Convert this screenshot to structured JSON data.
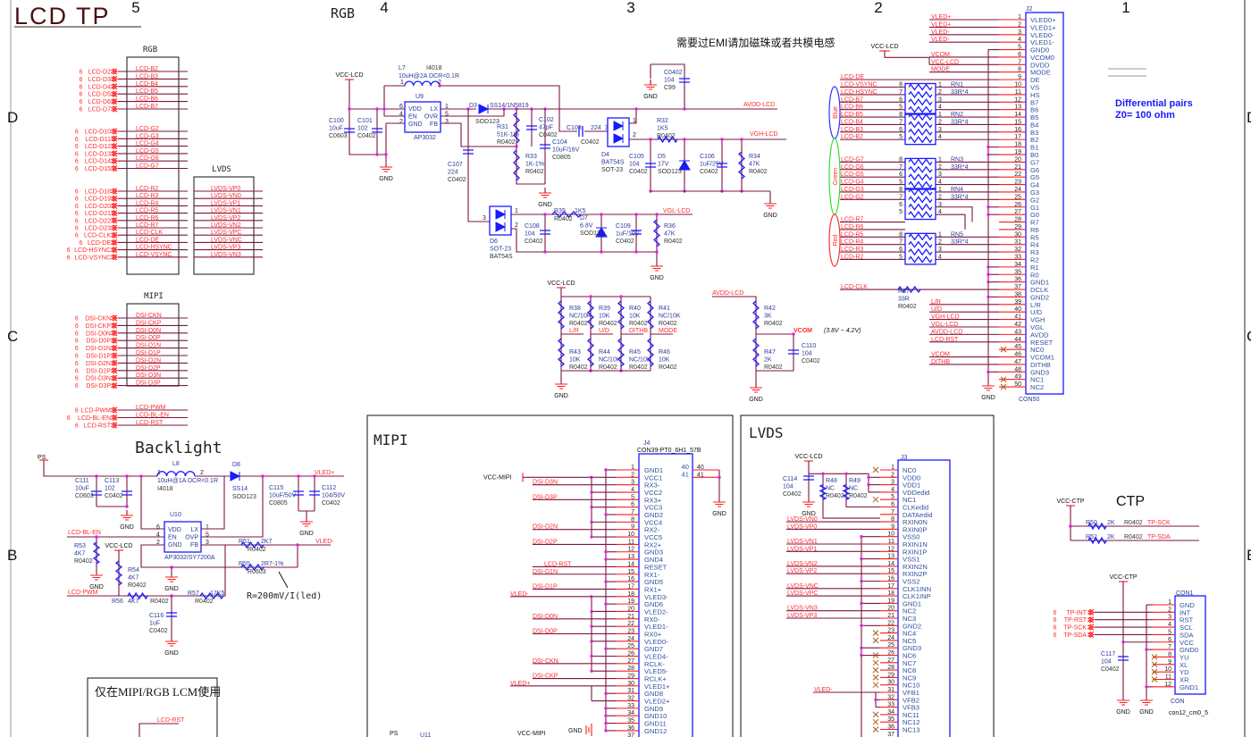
{
  "title": "LCD TP",
  "grid": {
    "columns": [
      "5",
      "4",
      "3",
      "2",
      "1"
    ],
    "rows": [
      "D",
      "C",
      "B"
    ]
  },
  "top_rgb_label": "RGB",
  "emi_note": "需要过EMI请加磁珠或者共模电感",
  "differential": {
    "line1": "Differential pairs",
    "line2": "Z0= 100 ohm"
  },
  "colors": {
    "wire": "#7d1541",
    "net_label": "#ff2a2a",
    "component": "#2b3b9c",
    "junction": "#e020e0",
    "part_outline": "#1a1aff",
    "blue_group": "#3030ff",
    "green_group": "#30e030",
    "red_group": "#ff3030"
  },
  "symbols": {
    "gnd": "GND",
    "sheet_ref": "6"
  },
  "rgb_block": {
    "title": "RGB",
    "rows": [
      {
        "net": "LCD-D2",
        "pin": "LCD-B2",
        "group": "blue"
      },
      {
        "net": "LCD-D3",
        "pin": "LCD-B3",
        "group": "blue"
      },
      {
        "net": "LCD-D4",
        "pin": "LCD-B4",
        "group": "blue"
      },
      {
        "net": "LCD-D5",
        "pin": "LCD-B5",
        "group": "blue"
      },
      {
        "net": "LCD-D6",
        "pin": "LCD-B6",
        "group": "blue"
      },
      {
        "net": "LCD-D7",
        "pin": "LCD-B7",
        "group": "blue"
      },
      {
        "net": "LCD-D10",
        "pin": "LCD-G2",
        "group": "green"
      },
      {
        "net": "LCD-D11",
        "pin": "LCD-G3",
        "group": "green"
      },
      {
        "net": "LCD-D12",
        "pin": "LCD-G4",
        "group": "green"
      },
      {
        "net": "LCD-D13",
        "pin": "LCD-G5",
        "group": "green"
      },
      {
        "net": "LCD-D14",
        "pin": "LCD-G6",
        "group": "green"
      },
      {
        "net": "LCD-D15",
        "pin": "LCD-G7",
        "group": "green"
      },
      {
        "net": "LCD-D18",
        "pin": "LCD-R2",
        "group": "red"
      },
      {
        "net": "LCD-D19",
        "pin": "LCD-R3",
        "group": "red"
      },
      {
        "net": "LCD-D20",
        "pin": "LCD-R4",
        "group": "red"
      },
      {
        "net": "LCD-D21",
        "pin": "LCD-R5",
        "group": "red"
      },
      {
        "net": "LCD-D22",
        "pin": "LCD-R6",
        "group": "red"
      },
      {
        "net": "LCD-D23",
        "pin": "LCD-R7",
        "group": "red"
      },
      {
        "net": "LCD-CLK",
        "pin": "LCD-CLK",
        "group": "red"
      },
      {
        "net": "LCD-DE",
        "pin": "LCD-DE",
        "group": "red"
      },
      {
        "net": "LCD-HSYNC",
        "pin": "LCD-HSYNC",
        "group": "red"
      },
      {
        "net": "LCD-VSYNC",
        "pin": "LCD-VSYNC",
        "group": "red"
      }
    ]
  },
  "lvds_block": {
    "title": "LVDS",
    "pins": [
      "LVDS-VP0",
      "LVDS-VN0",
      "LVDS-VP1",
      "LVDS-VN1",
      "LVDS-VP2",
      "LVDS-VN2",
      "LVDS-VPC",
      "LVDS-VNC",
      "LVDS-VP3",
      "LVDS-VN3"
    ]
  },
  "mipi_block": {
    "title": "MIPI",
    "rows": [
      "DSI-CKN",
      "DSI-CKP",
      "DSI-D0N",
      "DSI-D0P",
      "DSI-D1N",
      "DSI-D1P",
      "DSI-D2N",
      "DSI-D2P",
      "DSI-D3N",
      "DSI-D3P"
    ],
    "ctrl_rows": [
      "LCD-PWM",
      "LCD-BL-EN",
      "LCD-RST"
    ]
  },
  "power": {
    "labels": {
      "vcc_lcd": "VCC-LCD",
      "l7": "L7",
      "l7_part": "I4018",
      "l7_val": "10uH@2A DCR<0.1R",
      "u9": "U9",
      "u9_part": "AP3032",
      "d3": "D3",
      "d3_part": "SS14/1N5819",
      "d3_pkg": "SOD123",
      "c103": "C103",
      "c103_val": "224",
      "c103_pin": "3",
      "c103_pkg": "C0402",
      "r35": "R35",
      "r35_val": "1K5",
      "r35_pkg": "R0402",
      "l7_p1": "1",
      "l7_p2": "2",
      "d4_p1": "1",
      "d4_p2": "2",
      "d6_p1": "1",
      "d6_p2": "2",
      "d6_p3": "3"
    },
    "nets": {
      "avdd": "AVDD-LCD",
      "vgh": "VGH-LCD",
      "vgl": "VGL-LCD"
    },
    "u9_pins": {
      "left": [
        "VDD",
        "EN",
        "GND"
      ],
      "right": [
        "LX",
        "OVR",
        "FB"
      ],
      "left_num": [
        "6",
        "4",
        "2"
      ],
      "right_num": [
        "1",
        "5",
        "3"
      ]
    },
    "components": {
      "c100": [
        "C100",
        "10uF",
        "C0603"
      ],
      "c101": [
        "C101",
        "102",
        "C0402"
      ],
      "r31": [
        "R31",
        "51K-1%",
        "R0402"
      ],
      "r33": [
        "R33",
        "1K-1%",
        "R0402"
      ],
      "c102": [
        "C102",
        "47pF",
        "C0402"
      ],
      "c104": [
        "C104",
        "10uF/16V",
        "C0805"
      ],
      "c107": [
        "C107",
        "224",
        "C0402"
      ],
      "d4": [
        "D4",
        "BAT54S",
        "SOT-23"
      ],
      "c99": [
        "C0402",
        "104",
        "C99"
      ],
      "r32": [
        "R32",
        "1K5",
        "R0402"
      ],
      "c105": [
        "C105",
        "104",
        "C0402"
      ],
      "d5": [
        "D5",
        "17V",
        "SOD123"
      ],
      "c106": [
        "C106",
        "1uF/25V",
        "C0402"
      ],
      "r34": [
        "R34",
        "47K",
        "R0402"
      ],
      "d6": [
        "D6",
        "SOT-23",
        "BAT54S"
      ],
      "d7": [
        "D7",
        "6.8V",
        "SOD123"
      ],
      "c108": [
        "C108",
        "104",
        "C0402"
      ],
      "c109": [
        "C109",
        "1uF/10V",
        "C0402"
      ],
      "r36": [
        "R36",
        "47K",
        "R0402"
      ]
    }
  },
  "straps": {
    "vcc": "VCC-LCD",
    "components": {
      "r38": [
        "R38",
        "NC/10K",
        "R0402"
      ],
      "r39": [
        "R39",
        "10K",
        "R0402"
      ],
      "r40": [
        "R40",
        "10K",
        "R0402"
      ],
      "r41": [
        "R41",
        "NC/10K",
        "R0402"
      ],
      "r43": [
        "R43",
        "10K",
        "R0402"
      ],
      "r44": [
        "R44",
        "NC/10K",
        "R0402"
      ],
      "r45": [
        "R45",
        "NC/10K",
        "R0402"
      ],
      "r46": [
        "R46",
        "10K",
        "R0402"
      ],
      "r42": [
        "R42",
        "3K",
        "R0402"
      ],
      "r47": [
        "R47",
        "2K",
        "R0402"
      ],
      "c110": [
        "C110",
        "104",
        "C0402"
      ]
    },
    "nets": {
      "lr": "L/R",
      "ud": "U/D",
      "dithb": "DITHB",
      "mode": "MODE",
      "avdd": "AVDD-LCD",
      "vcom": "VCOM"
    },
    "vcom_range": "(3.8V ~ 4.2V)"
  },
  "j2": {
    "ref": "J2",
    "part": "CON50",
    "pins": [
      "VLED0+",
      "VLED1+",
      "VLED0-",
      "VLED1-",
      "GND0",
      "VCOM0",
      "DVDD",
      "MODE",
      "DE",
      "VS",
      "HS",
      "B7",
      "B6",
      "B5",
      "B4",
      "B3",
      "B2",
      "B1",
      "B0",
      "G7",
      "G6",
      "G5",
      "G4",
      "G3",
      "G2",
      "G1",
      "G0",
      "R7",
      "R6",
      "R5",
      "R4",
      "R3",
      "R2",
      "R1",
      "R0",
      "GND1",
      "DCLK",
      "GND2",
      "L/R",
      "U/D",
      "VGH",
      "VGL",
      "AVDD",
      "RESET",
      "NC0",
      "VCOM1",
      "DITHB",
      "GND3",
      "NC1",
      "NC2"
    ],
    "vcc_lcd": "VCC-LCD",
    "right_nets": [
      {
        "pin": 1,
        "net": "VLED+"
      },
      {
        "pin": 2,
        "net": "VLED+"
      },
      {
        "pin": 3,
        "net": "VLED-"
      },
      {
        "pin": 4,
        "net": "VLED-"
      },
      {
        "pin": 6,
        "net": "VCOM"
      },
      {
        "pin": 7,
        "net": "VCC-LCD"
      },
      {
        "pin": 8,
        "net": "MODE"
      },
      {
        "pin": 39,
        "net": "L/R"
      },
      {
        "pin": 40,
        "net": "U/D"
      },
      {
        "pin": 41,
        "net": "VGH-LCD"
      },
      {
        "pin": 42,
        "net": "VGL-LCD"
      },
      {
        "pin": 43,
        "net": "AVDD-LCD"
      },
      {
        "pin": 44,
        "net": "LCD-RST"
      },
      {
        "pin": 46,
        "net": "VCOM"
      },
      {
        "pin": 47,
        "net": "DITHB"
      }
    ],
    "left_nets": [
      {
        "pin": 9,
        "net": "LCD-DE"
      },
      {
        "pin": 10,
        "net": "LCD-VSYNC"
      },
      {
        "pin": 11,
        "net": "LCD-HSYNC"
      },
      {
        "pin": 12,
        "net": "LCD-B7"
      },
      {
        "pin": 13,
        "net": "LCD-B6"
      },
      {
        "pin": 14,
        "net": "LCD-B5"
      },
      {
        "pin": 15,
        "net": "LCD-B4"
      },
      {
        "pin": 16,
        "net": "LCD-B3"
      },
      {
        "pin": 17,
        "net": "LCD-B2"
      },
      {
        "pin": 20,
        "net": "LCD-G7"
      },
      {
        "pin": 21,
        "net": "LCD-G6"
      },
      {
        "pin": 22,
        "net": "LCD-G5"
      },
      {
        "pin": 23,
        "net": "LCD-G4"
      },
      {
        "pin": 24,
        "net": "LCD-G3"
      },
      {
        "pin": 25,
        "net": "LCD-G2"
      },
      {
        "pin": 28,
        "net": "LCD-R7"
      },
      {
        "pin": 29,
        "net": "LCD-R6"
      },
      {
        "pin": 30,
        "net": "LCD-R5"
      },
      {
        "pin": 31,
        "net": "LCD-R4"
      },
      {
        "pin": 32,
        "net": "LCD-R3"
      },
      {
        "pin": 33,
        "net": "LCD-R2"
      },
      {
        "pin": 37,
        "net": "LCD-CLK"
      }
    ],
    "resistor_networks": [
      {
        "ref": "RN1",
        "value": "33R*4",
        "first_pin": 10
      },
      {
        "ref": "RN2",
        "value": "33R*4",
        "first_pin": 14
      },
      {
        "ref": "RN3",
        "value": "33R*4",
        "first_pin": 20
      },
      {
        "ref": "RN4",
        "value": "33R*4",
        "first_pin": 24
      },
      {
        "ref": "RN5",
        "value": "33R*4",
        "first_pin": 30
      }
    ],
    "rn_left_nums": [
      "8",
      "7",
      "6",
      "5"
    ],
    "rn_right_nums": [
      "1",
      "2",
      "3",
      "4"
    ],
    "groups": [
      "Blue",
      "Green",
      "Red"
    ],
    "r37": [
      "R37",
      "33R",
      "R0402"
    ],
    "gnd_pins": [
      5,
      18,
      19,
      26,
      27,
      34,
      35,
      36,
      38,
      48
    ],
    "nc_pins": [
      45,
      49,
      50
    ]
  },
  "mipi_panel": {
    "title": "MIPI",
    "j4": {
      "ref": "J4",
      "part": "CON39-PT0_6H1_57B",
      "pins": [
        "GND1",
        "VCC1",
        "RX3-",
        "VCC2",
        "RX3+",
        "VCC3",
        "GND2",
        "VCC4",
        "RX2-",
        "VCC5",
        "RX2+",
        "GND3",
        "GND4",
        "RESET",
        "RX1-",
        "GND5",
        "RX1+",
        "VLED3-",
        "GND6",
        "VLED2-",
        "RX0-",
        "VLED1-",
        "RX0+",
        "VLED0-",
        "GND7",
        "VLED4-",
        "RCLK-",
        "VLED5-",
        "RCLK+",
        "VLED1+",
        "GND8",
        "VLED2+",
        "GND9",
        "GND10",
        "GND11",
        "GND12"
      ],
      "last_pin_num": "37",
      "side_pins": [
        "40",
        "41"
      ]
    },
    "vcc_mipi": "VCC-MIPI",
    "nets": [
      {
        "pin": 3,
        "net": "DSI-D3N"
      },
      {
        "pin": 5,
        "net": "DSI-D3P"
      },
      {
        "pin": 9,
        "net": "DSI-D2N"
      },
      {
        "pin": 11,
        "net": "DSI-D2P"
      },
      {
        "pin": 14,
        "net": "LCD-RST"
      },
      {
        "pin": 15,
        "net": "DSI-D1N"
      },
      {
        "pin": 17,
        "net": "DSI-D1P"
      },
      {
        "pin": 18,
        "net": "VLED-"
      },
      {
        "pin": 21,
        "net": "DSI-D0N"
      },
      {
        "pin": 23,
        "net": "DSI-D0P"
      },
      {
        "pin": 27,
        "net": "DSI-CKN"
      },
      {
        "pin": 29,
        "net": "DSI-CKP"
      },
      {
        "pin": 30,
        "net": "VLED+"
      }
    ],
    "bottom": {
      "ps": "PS",
      "u11": "U11",
      "vcc_mipi": "VCC-MIPI"
    }
  },
  "lvds_panel": {
    "title": "LVDS",
    "j3": {
      "ref": "J3",
      "pins": [
        "NC0",
        "VDD0",
        "VDD1",
        "VDDedid",
        "NC1",
        "CLKedid",
        "DATAedid",
        "RXIN0N",
        "RXIN0P",
        "VSS0",
        "RXIN1N",
        "RXIN1P",
        "VSS1",
        "RXIN2N",
        "RXIN2P",
        "VSS2",
        "CLK1INN",
        "CLK1INP",
        "GND1",
        "NC2",
        "NC3",
        "GND2",
        "NC4",
        "NC5",
        "GND3",
        "NC6",
        "NC7",
        "NC8",
        "NC9",
        "NC10",
        "VFB1",
        "VFB2",
        "VFB3",
        "NC11",
        "NC12",
        "NC13"
      ],
      "last_pin_num": "37"
    },
    "vcc": "VCC-LCD",
    "components": {
      "c114": [
        "C114",
        "104",
        "C0402"
      ],
      "r48": [
        "R48",
        "NC",
        "R0402"
      ],
      "r49": [
        "R49",
        "NC",
        "R0402"
      ]
    },
    "nets": [
      {
        "pin": 8,
        "net": "LVDS-VN0"
      },
      {
        "pin": 9,
        "net": "LVDS-VP0"
      },
      {
        "pin": 11,
        "net": "LVDS-VN1"
      },
      {
        "pin": 12,
        "net": "LVDS-VP1"
      },
      {
        "pin": 14,
        "net": "LVDS-VN2"
      },
      {
        "pin": 15,
        "net": "LVDS-VP2"
      },
      {
        "pin": 17,
        "net": "LVDS-VNC"
      },
      {
        "pin": 18,
        "net": "LVDS-VPC"
      },
      {
        "pin": 20,
        "net": "LVDS-VN3"
      },
      {
        "pin": 21,
        "net": "LVDS-VP3"
      },
      {
        "pin": 31,
        "net": "VLED-"
      }
    ],
    "gnd_pins": [
      10,
      13,
      16,
      19,
      22,
      25,
      26
    ],
    "nc_pins": [
      1,
      5,
      23,
      24,
      26,
      27,
      28,
      29,
      30,
      34,
      35,
      36
    ]
  },
  "ctp": {
    "title": "CTP",
    "vcc": "VCC-CTP",
    "pullups": [
      {
        "ref": "R50",
        "value": "2K",
        "pkg": "R0402",
        "net": "TP-SCK"
      },
      {
        "ref": "R52",
        "value": "2K",
        "pkg": "R0402",
        "net": "TP-SDA"
      }
    ],
    "con1": {
      "ref": "CON1",
      "label": "CON",
      "part": "con12_cm0_5",
      "pins": [
        "GND",
        "INT",
        "RST",
        "SCL",
        "SDA",
        "VCC",
        "GND0",
        "YU",
        "XL",
        "YD",
        "XR",
        "GND1"
      ]
    },
    "inputs": [
      "TP-INT",
      "TP-RST",
      "TP-SCK",
      "TP-SDA"
    ],
    "c117": [
      "C117",
      "104",
      "C0402"
    ]
  },
  "backlight": {
    "title": "Backlight",
    "labels": {
      "ps": "PS",
      "l8": "L8",
      "l8_p1": "1",
      "l8_p2": "2",
      "l8_val": "10uH@1A DCR<0.1R",
      "l8_part": "I4018",
      "d8": "D8",
      "d8_part": "SS14",
      "d8_pkg": "SOD123",
      "u10": "U10",
      "u10_part": "AP3032/SY7200A",
      "vcc_lcd": "VCC-LCD",
      "r51": "R51",
      "r51_val": "2K7",
      "r51_pkg": "R0402",
      "r55": "R55",
      "r55_val": "2R7-1%",
      "r55_pkg": "R0603",
      "r56": "R56",
      "r56_val": "4K7",
      "r56_pkg": "R0402",
      "r57": "R57",
      "r57_val": "17K5",
      "r57_pkg": "R0402",
      "formula": "R=200mV/I(led)"
    },
    "nets": {
      "vled_p": "VLED+",
      "vled_n": "VLED-",
      "bl_en": "LCD-BL-EN",
      "pwm": "LCD-PWM"
    },
    "u10_pins": {
      "left": [
        "VDD",
        "EN",
        "GND"
      ],
      "right": [
        "LX",
        "OVP",
        "FB"
      ],
      "left_num": [
        "6",
        "4",
        "2"
      ],
      "right_num": [
        "1",
        "5",
        "3"
      ]
    },
    "components": {
      "c111": [
        "C111",
        "10uF",
        "C0603"
      ],
      "c113": [
        "C113",
        "102",
        "C0402"
      ],
      "c115": [
        "C115",
        "10uF/50V",
        "C0805"
      ],
      "c112": [
        "C112",
        "104/50V",
        "C0402"
      ],
      "r53": [
        "R53",
        "4K7",
        "R0402"
      ],
      "r54": [
        "R54",
        "4K7",
        "R0402"
      ],
      "c116": [
        "C116",
        "1uF",
        "C0402"
      ]
    }
  },
  "note_box": {
    "text": "仅在MIPI/RGB LCM使用",
    "net": "LCD-RST"
  }
}
